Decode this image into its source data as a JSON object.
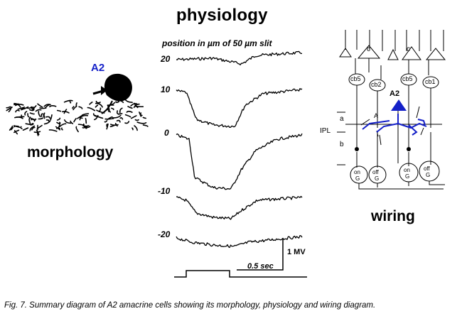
{
  "physiology": {
    "title": "physiology",
    "subtitle": "position in µm of 50 µm slit",
    "traces": [
      {
        "label": "20"
      },
      {
        "label": "10"
      },
      {
        "label": "0"
      },
      {
        "label": "-10"
      },
      {
        "label": "-20"
      }
    ],
    "scale_time": "0.5 sec",
    "scale_voltage": "1 MV"
  },
  "morphology": {
    "cell_label": "A2",
    "cell_label_color": "#1420c8",
    "title": "morphology"
  },
  "wiring": {
    "title": "wiring",
    "cells": {
      "cone_left": "c",
      "cone_right": "c",
      "cb5_left": "cb5",
      "cb2": "cb2",
      "cb5_right": "cb5",
      "cb1": "cb1",
      "a2": "A2",
      "a_label": "A",
      "ipl": "IPL",
      "sub_a": "a",
      "sub_b": "b",
      "g1_top": "on",
      "g1_bottom": "G",
      "g2_top": "off",
      "g2_bottom": "G",
      "g3_top": "on",
      "g3_bottom": "G",
      "g4_top": "off",
      "g4_bottom": "G"
    },
    "highlight_color": "#1420c8"
  },
  "caption": "Fig. 7. Summary diagram of A2 amacrine cells showing its morphology, physiology and wiring diagram."
}
